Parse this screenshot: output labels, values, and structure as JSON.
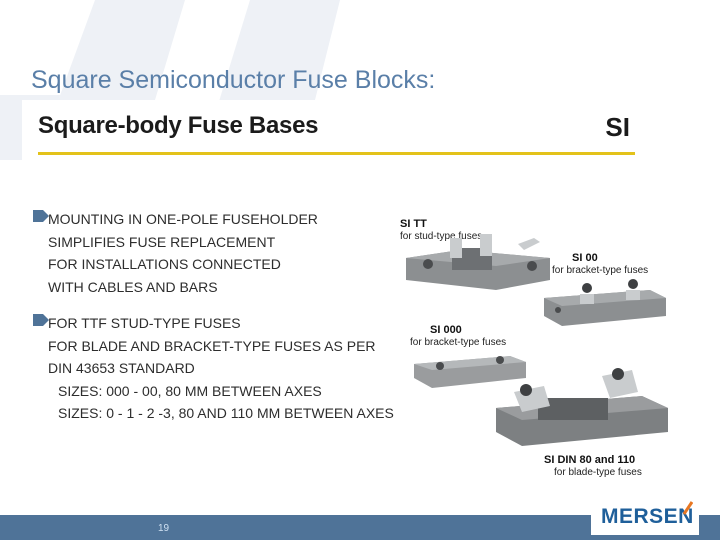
{
  "slide": {
    "title": "Square Semiconductor Fuse Blocks:",
    "page_number": "19"
  },
  "panel": {
    "title": "Square-body Fuse Bases",
    "code": "SI",
    "rule_color": "#e3c21a"
  },
  "bullets": [
    {
      "lines": [
        "Mounting in one-pole fuseholder",
        "simplifies fuse replacement",
        "for installations connected",
        "with cables and bars"
      ]
    },
    {
      "lines": [
        "For TTF stud-type fuses",
        "for blade and bracket-type fuses as per",
        "DIN 43653 standard",
        "Sizes: 000 - 00, 80 mm between axes",
        "Sizes: 0 - 1 - 2 -3, 80 and 110 mm between axes"
      ]
    }
  ],
  "products": [
    {
      "name": "SI TT",
      "desc": "for stud-type fuses"
    },
    {
      "name": "SI 00",
      "desc": "for bracket-type fuses"
    },
    {
      "name": "SI 000",
      "desc": "for bracket-type fuses"
    },
    {
      "name": "SI DIN 80 and 110",
      "desc": "for blade-type fuses"
    }
  ],
  "logo": {
    "text": "MERSEN",
    "brand_color": "#1f5f9a",
    "accent_color": "#e87722"
  },
  "colors": {
    "title": "#5a7fa8",
    "footer": "#4f7398",
    "bullet": "#4f7398"
  }
}
